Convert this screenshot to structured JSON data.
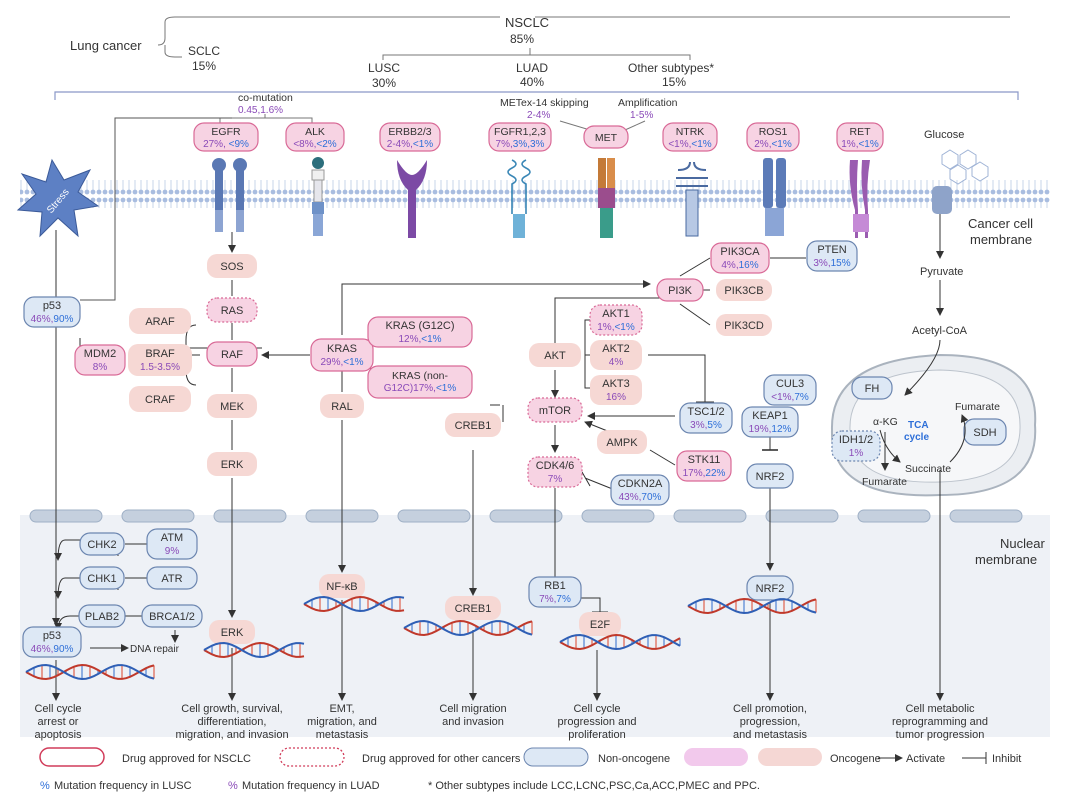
{
  "hierarchy": {
    "lung_cancer": "Lung cancer",
    "nsclc": "NSCLC",
    "nsclc_pct": "85%",
    "sclc": "SCLC",
    "sclc_pct": "15%",
    "lusc": "LUSC",
    "lusc_pct": "30%",
    "luad": "LUAD",
    "luad_pct": "40%",
    "other": "Other subtypes*",
    "other_pct": "15%"
  },
  "annotations": {
    "comutation": "co-mutation",
    "comutation_vals": "0.45,1.6%",
    "metex14": "METex-14 skipping",
    "metex14_vals": "2-4%",
    "amplification": "Amplification",
    "amplification_vals": "1-5%",
    "stress": "Stress",
    "glucose": "Glucose",
    "cancer_cell_membrane_1": "Cancer cell",
    "cancer_cell_membrane_2": "membrane",
    "nuclear_membrane_1": "Nuclear",
    "nuclear_membrane_2": "membrane",
    "tca": "TCA",
    "cycle": "cycle",
    "dna_repair": "DNA repair"
  },
  "receptors": [
    {
      "id": "egfr",
      "name": "EGFR",
      "lusc": "27%,",
      "luad": " <9%"
    },
    {
      "id": "alk",
      "name": "ALK",
      "lusc": "<8%,",
      "luad": "<2%"
    },
    {
      "id": "erbb",
      "name": "ERBB2/3",
      "lusc": "2-4%,",
      "luad": "<1%"
    },
    {
      "id": "fgfr",
      "name": "FGFR1,2,3",
      "lusc": "7%,",
      "luad": "3%,3%"
    },
    {
      "id": "met",
      "name": "MET",
      "lusc": "",
      "luad": ""
    },
    {
      "id": "ntrk",
      "name": "NTRK",
      "lusc": "<1%,",
      "luad": "<1%"
    },
    {
      "id": "ros1",
      "name": "ROS1",
      "lusc": "2%,",
      "luad": "<1%"
    },
    {
      "id": "ret",
      "name": "RET",
      "lusc": "1%,",
      "luad": "<1%"
    }
  ],
  "nodes": {
    "sos": "SOS",
    "ras": "RAS",
    "raf": "RAF",
    "mek": "MEK",
    "erk": "ERK",
    "erk_nuc": "ERK",
    "araf": "ARAF",
    "braf": "BRAF",
    "braf_pct": "1.5-3.5%",
    "craf": "CRAF",
    "p53": "p53",
    "p53_lusc": "46%,",
    "p53_luad": "90%",
    "mdm2": "MDM2",
    "mdm2_pct": "8%",
    "kras": "KRAS",
    "kras_lusc": "29%,",
    "kras_luad": "<1%",
    "kras_g12c": "KRAS (G12C)",
    "kras_g12c_lusc": "12%,",
    "kras_g12c_luad": "<1%",
    "kras_non1": "KRAS (non-",
    "kras_non2": "G12C)17%,",
    "kras_non_luad": "<1%",
    "ral": "RAL",
    "nfkb": "NF-κB",
    "pi3k": "PI3K",
    "pik3ca": "PIK3CA",
    "pik3ca_lusc": "4%,",
    "pik3ca_luad": "16%",
    "pik3cb": "PIK3CB",
    "pik3cd": "PIK3CD",
    "pten": "PTEN",
    "pten_lusc": "3%,",
    "pten_luad": "15%",
    "akt": "AKT",
    "akt1": "AKT1",
    "akt1_lusc": "1%,",
    "akt1_luad": "<1%",
    "akt2": "AKT2",
    "akt2_pct": "4%",
    "akt3": "AKT3",
    "akt3_pct": "16%",
    "mtor": "mTOR",
    "tsc": "TSC1/2",
    "tsc_lusc": "3%,",
    "tsc_luad": "5%",
    "ampk": "AMPK",
    "stk11": "STK11",
    "stk11_lusc": "17%,",
    "stk11_luad": "22%",
    "cdk46": "CDK4/6",
    "cdk46_pct": "7%",
    "cdkn2a": "CDKN2A",
    "cdkn2a_lusc": "43%,",
    "cdkn2a_luad": "70%",
    "creb1": "CREB1",
    "creb1_nuc": "CREB1",
    "rb1": "RB1",
    "rb1_lusc": "7%,",
    "rb1_luad": "7%",
    "e2f": "E2F",
    "cul3": "CUL3",
    "cul3_lusc": "<1%,",
    "cul3_luad": "7%",
    "keap1": "KEAP1",
    "keap1_lusc": "19%,",
    "keap1_luad": "12%",
    "nrf2": "NRF2",
    "nrf2_nuc": "NRF2",
    "pyruvate": "Pyruvate",
    "acetylcoa": "Acetyl-CoA",
    "fh": "FH",
    "akg": "α-KG",
    "fumarate1": "Fumarate",
    "fumarate2": "Fumarate",
    "idh": "IDH1/2",
    "idh_pct": "1%",
    "sdh": "SDH",
    "succinate": "Succinate",
    "chk2": "CHK2",
    "atm": "ATM",
    "atm_pct": "9%",
    "chk1": "CHK1",
    "atr": "ATR",
    "plab2": "PLAB2",
    "brca": "BRCA1/2"
  },
  "outcomes": [
    [
      "Cell cycle",
      "arrest or",
      "apoptosis"
    ],
    [
      "Cell growth, survival,",
      "differentiation,",
      "migration, and invasion"
    ],
    [
      "EMT,",
      "migration, and",
      "metastasis"
    ],
    [
      "Cell migration",
      "and invasion"
    ],
    [
      "Cell cycle",
      "progression and",
      "proliferation"
    ],
    [
      "Cell promotion,",
      "progression,",
      "and metastasis"
    ],
    [
      "Cell metabolic",
      "reprogramming and",
      "tumor progression"
    ]
  ],
  "legend": {
    "nsclc_drug": "Drug approved for NSCLC",
    "other_drug": "Drug approved for other cancers",
    "non_oncogene": "Non-oncogene",
    "oncogene": "Oncogene",
    "activate": "Activate",
    "inhibit": "Inhibit",
    "pct_symbol": "%",
    "lusc_freq": "Mutation frequency in LUSC",
    "luad_freq": "Mutation frequency in LUAD",
    "note": "* Other subtypes include LCC,LCNC,PSC,Ca,ACC,PMEC and PPC."
  },
  "colors": {
    "oncogene_fill": "#f7d3e3",
    "oncogene_stroke": "#d96a97",
    "nononcogene_fill": "#dde8f5",
    "nononcogene_stroke": "#6c86b0",
    "lusc_blue": "#2e6fd8",
    "luad_purple": "#8a4ab8",
    "nucleus_bg": "#eef1f6",
    "membrane": "#9fb5d6"
  }
}
